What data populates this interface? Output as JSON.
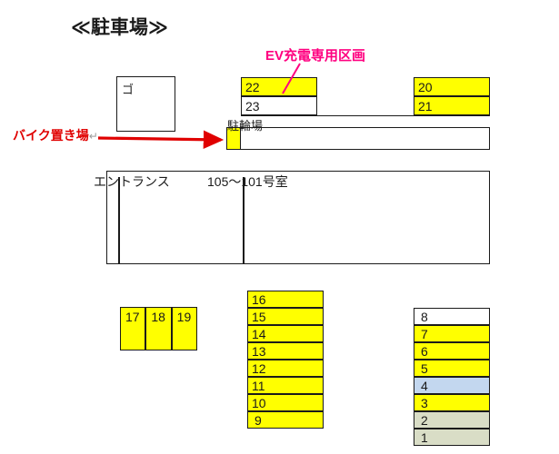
{
  "title": "≪駐車場≫",
  "annotations": {
    "ev": {
      "label": "EV充電専用区画",
      "color": "#ff0080"
    },
    "bike": {
      "label": "バイク置き場",
      "mark": "↵",
      "color": "#e00000"
    }
  },
  "areas": {
    "gomi": {
      "label": "ゴ"
    },
    "bike_band": {
      "label": "駐輪場"
    },
    "entrance": {
      "label": "エントランス"
    },
    "rooms": {
      "label": "105～101号室"
    }
  },
  "colors": {
    "yellow": "#ffff00",
    "white": "#ffffff",
    "blue": "#c3d7ef",
    "sage": "#d9ddc6",
    "line": "#1a1a1a",
    "ev_pink": "#ff0080",
    "bike_red": "#e00000"
  },
  "stalls": {
    "top_left_pair": [
      {
        "num": "22",
        "fill": "yellow"
      },
      {
        "num": "23",
        "fill": "white"
      }
    ],
    "top_right_pair": [
      {
        "num": "20",
        "fill": "yellow"
      },
      {
        "num": "21",
        "fill": "yellow"
      }
    ],
    "bottom_left_row": [
      {
        "num": "17",
        "fill": "yellow"
      },
      {
        "num": "18",
        "fill": "yellow"
      },
      {
        "num": "19",
        "fill": "yellow"
      }
    ],
    "center_column": [
      {
        "num": "16",
        "fill": "yellow"
      },
      {
        "num": "15",
        "fill": "yellow"
      },
      {
        "num": "14",
        "fill": "yellow"
      },
      {
        "num": "13",
        "fill": "yellow"
      },
      {
        "num": "12",
        "fill": "yellow"
      },
      {
        "num": "11",
        "fill": "yellow"
      },
      {
        "num": "10",
        "fill": "yellow"
      },
      {
        "num": "9",
        "fill": "yellow"
      }
    ],
    "right_column": [
      {
        "num": "8",
        "fill": "white"
      },
      {
        "num": "7",
        "fill": "yellow"
      },
      {
        "num": "6",
        "fill": "yellow"
      },
      {
        "num": "5",
        "fill": "yellow"
      },
      {
        "num": "4",
        "fill": "blue"
      },
      {
        "num": "3",
        "fill": "yellow"
      },
      {
        "num": "2",
        "fill": "sage"
      },
      {
        "num": "1",
        "fill": "sage"
      }
    ]
  }
}
